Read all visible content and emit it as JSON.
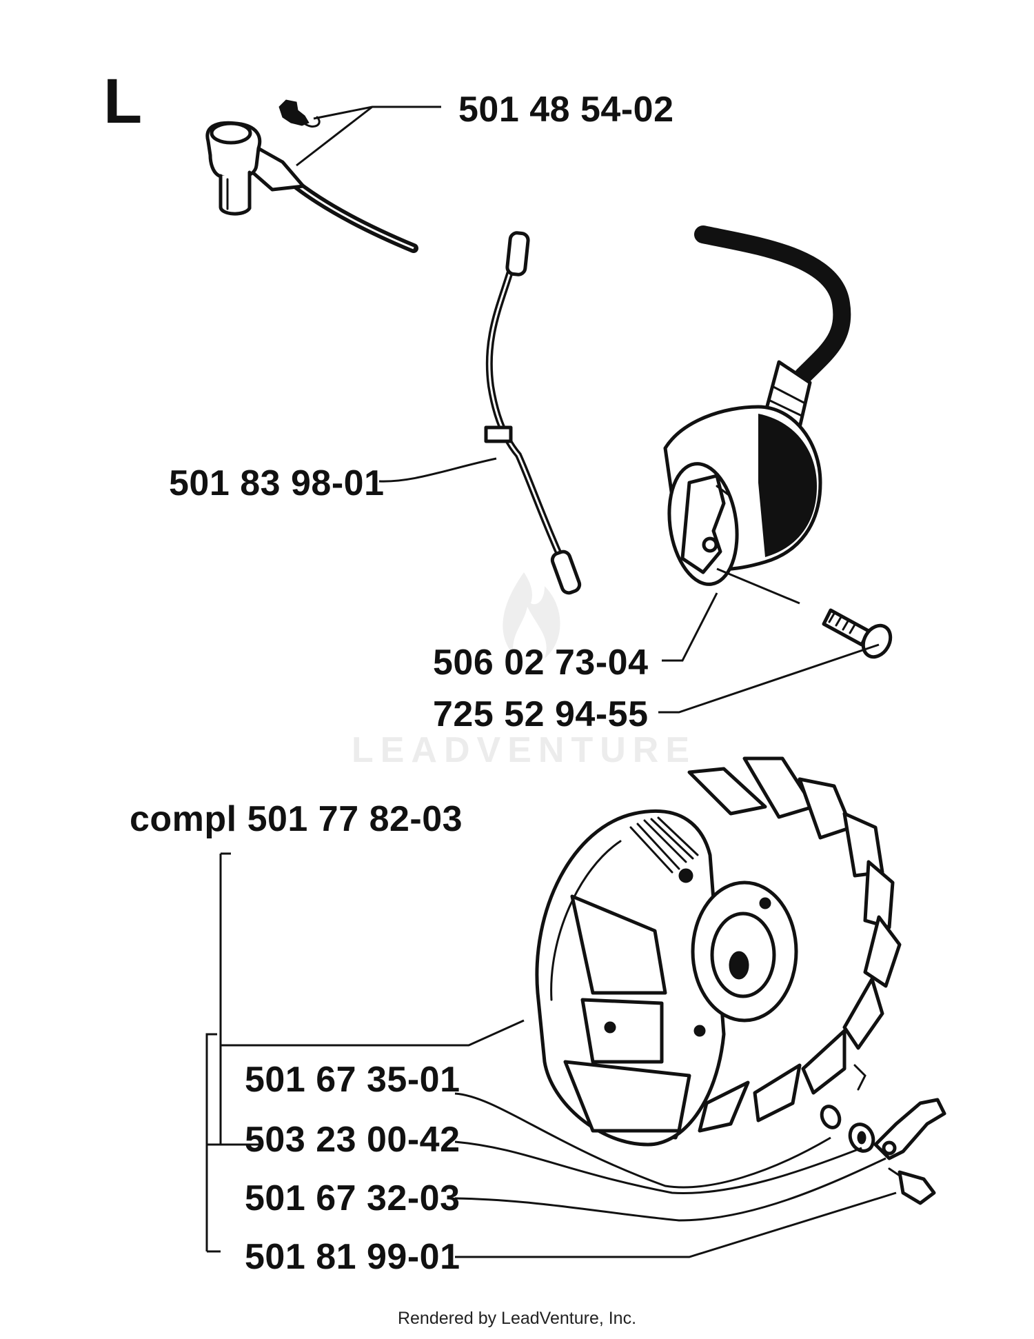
{
  "diagram": {
    "section_letter": "L",
    "watermark": "LEADVENTURE",
    "footer": "Rendered by LeadVenture, Inc.",
    "labels": {
      "spark_plug_cap": "501 48 54-02",
      "short_circuit_cable": "501 83 98-01",
      "ignition_module": "506 02 73-04",
      "ignition_screw": "725 52 94-55",
      "flywheel_complete": "compl 501 77 82-03",
      "flywheel": "501 67 35-01",
      "washer": "503 23 00-42",
      "pawl": "501 67 32-03",
      "pawl_screw": "501 81 99-01"
    }
  }
}
